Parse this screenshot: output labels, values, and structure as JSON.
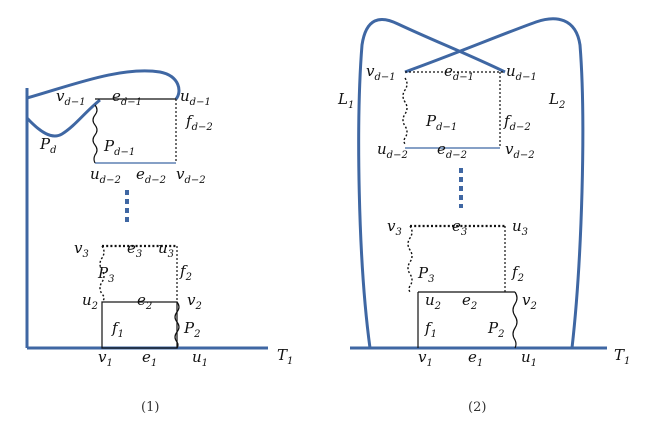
{
  "colors": {
    "thick_line": "#3f67a3",
    "ellipsis_dots": "#3f67a3",
    "ink": "#111111"
  },
  "left": {
    "caption": "(1)",
    "T": "T",
    "T_sub": "1",
    "v1": "v",
    "v1_sub": "1",
    "e1": "e",
    "e1_sub": "1",
    "u1": "u",
    "u1_sub": "1",
    "f1": "f",
    "f1_sub": "1",
    "P2": "P",
    "P2_sub": "2",
    "u2": "u",
    "u2_sub": "2",
    "e2": "e",
    "e2_sub": "2",
    "v2": "v",
    "v2_sub": "2",
    "P3": "P",
    "P3_sub": "3",
    "f2": "f",
    "f2_sub": "2",
    "v3": "v",
    "v3_sub": "3",
    "e3": "e",
    "e3_sub": "3",
    "u3": "u",
    "u3_sub": "3",
    "ud2": "u",
    "ud2_sub": "d−2",
    "ed2": "e",
    "ed2_sub": "d−2",
    "vd2": "v",
    "vd2_sub": "d−2",
    "Pd1": "P",
    "Pd1_sub": "d−1",
    "fd2": "f",
    "fd2_sub": "d−2",
    "vd1": "v",
    "vd1_sub": "d−1",
    "ed1": "e",
    "ed1_sub": "d−1",
    "ud1": "u",
    "ud1_sub": "d−1",
    "Pd": "P",
    "Pd_sub": "d"
  },
  "right": {
    "caption": "(2)",
    "T": "T",
    "T_sub": "1",
    "v1": "v",
    "v1_sub": "1",
    "e1": "e",
    "e1_sub": "1",
    "u1": "u",
    "u1_sub": "1",
    "f1": "f",
    "f1_sub": "1",
    "P2": "P",
    "P2_sub": "2",
    "u2": "u",
    "u2_sub": "2",
    "e2": "e",
    "e2_sub": "2",
    "v2": "v",
    "v2_sub": "2",
    "P3": "P",
    "P3_sub": "3",
    "f2": "f",
    "f2_sub": "2",
    "v3": "v",
    "v3_sub": "3",
    "e3": "e",
    "e3_sub": "3",
    "u3": "u",
    "u3_sub": "3",
    "ud2": "u",
    "ud2_sub": "d−2",
    "ed2": "e",
    "ed2_sub": "d−2",
    "vd2": "v",
    "vd2_sub": "d−2",
    "Pd1": "P",
    "Pd1_sub": "d−1",
    "fd2": "f",
    "fd2_sub": "d−2",
    "vd1": "v",
    "vd1_sub": "d−1",
    "ed1": "e",
    "ed1_sub": "d−1",
    "ud1": "u",
    "ud1_sub": "d−1",
    "L1": "L",
    "L1_sub": "1",
    "L2": "L",
    "L2_sub": "2"
  }
}
